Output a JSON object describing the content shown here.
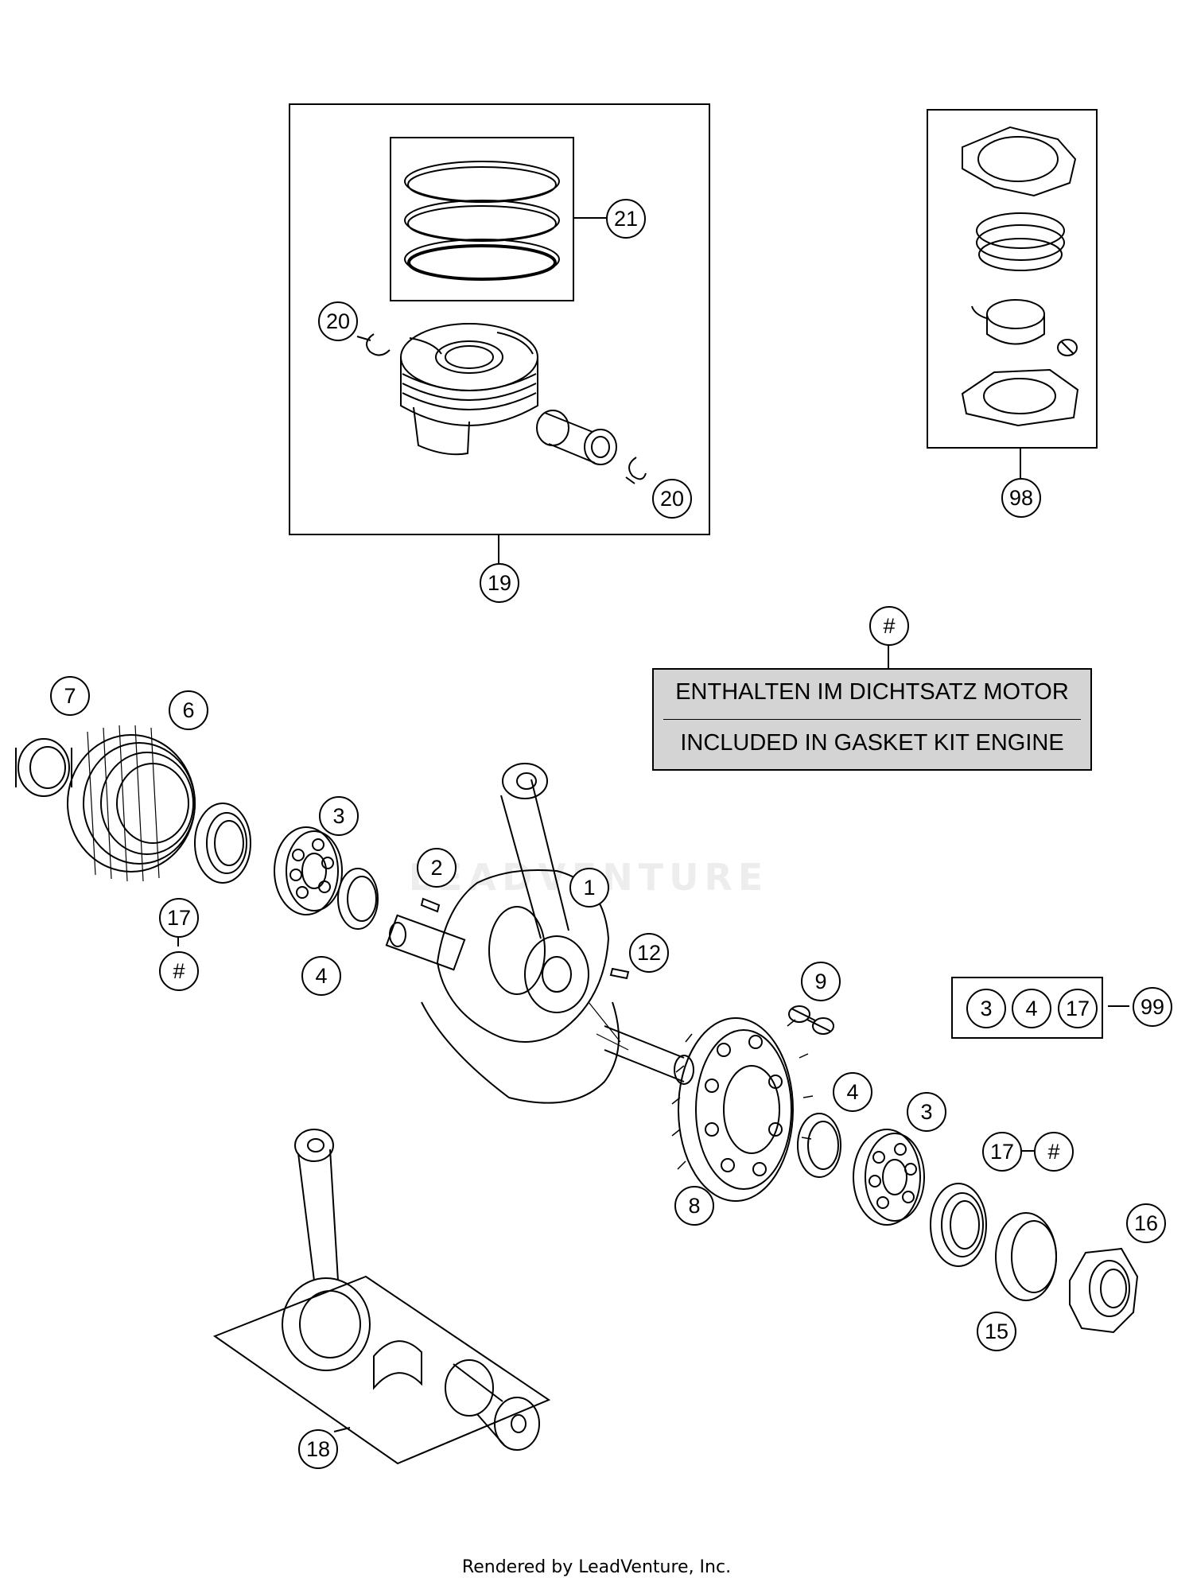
{
  "callouts": {
    "c21": "21",
    "c20a": "20",
    "c20b": "20",
    "c19": "19",
    "c98": "98",
    "c7": "7",
    "c6": "6",
    "c3a": "3",
    "c2": "2",
    "c1": "1",
    "c17a": "17",
    "c_hash_a": "#",
    "c4a": "4",
    "c12": "12",
    "c9": "9",
    "c_hash_note": "#",
    "c99": "99",
    "k3": "3",
    "k4": "4",
    "k17": "17",
    "c4b": "4",
    "c3b": "3",
    "c17b": "17",
    "c_hash_b": "#",
    "c8": "8",
    "c16": "16",
    "c15": "15",
    "c18": "18"
  },
  "note": {
    "line1": "ENTHALTEN IM DICHTSATZ MOTOR",
    "line2": "INCLUDED IN GASKET KIT ENGINE"
  },
  "watermark": "LEADVENTURE",
  "footer": "Rendered by LeadVenture, Inc.",
  "colors": {
    "line": "#000000",
    "note_fill": "#d4d4d4",
    "background": "#ffffff"
  }
}
